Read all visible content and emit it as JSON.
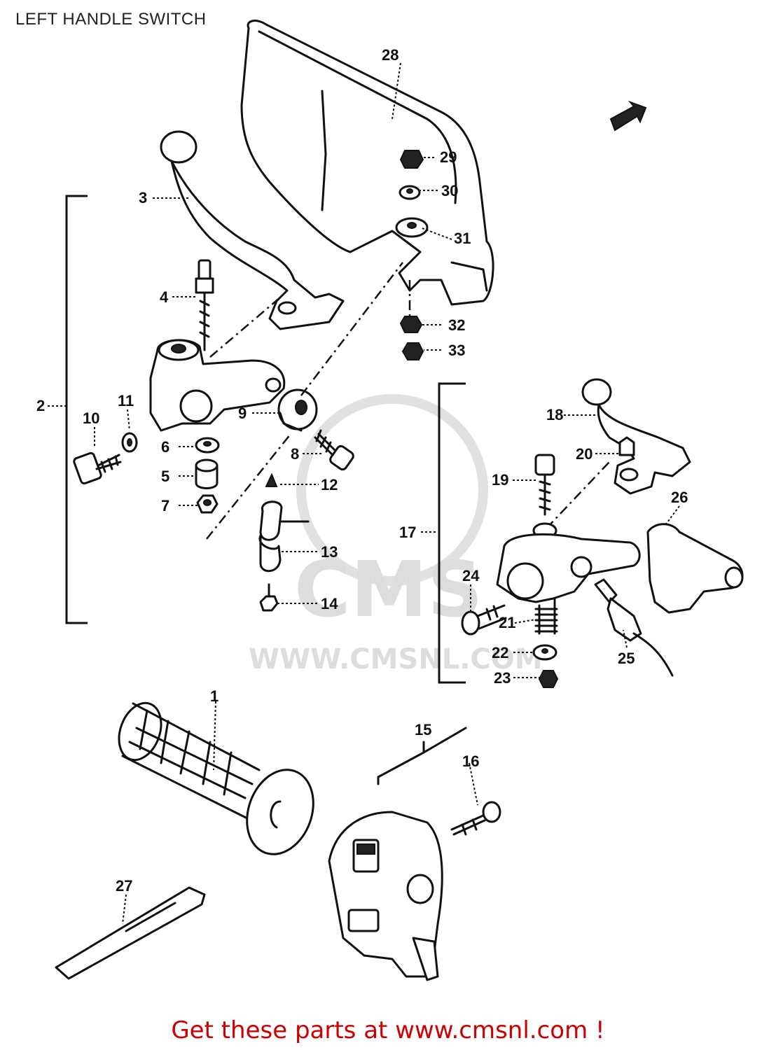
{
  "title": "LEFT HANDLE SWITCH",
  "footer": {
    "text": "Get these parts at www.cmsnl.com !",
    "color": "#cc0000"
  },
  "watermark": {
    "logo": "CMS",
    "url": "WWW.CMSNL.COM"
  },
  "callouts": {
    "c1": "1",
    "c2": "2",
    "c3": "3",
    "c4": "4",
    "c5": "5",
    "c6": "6",
    "c7": "7",
    "c8": "8",
    "c9": "9",
    "c10": "10",
    "c11": "11",
    "c12": "12",
    "c13": "13",
    "c14": "14",
    "c15": "15",
    "c16": "16",
    "c17": "17",
    "c18": "18",
    "c19": "19",
    "c20": "20",
    "c21": "21",
    "c22": "22",
    "c23": "23",
    "c24": "24",
    "c25": "25",
    "c26": "26",
    "c27": "27",
    "c28": "28",
    "c29": "29",
    "c30": "30",
    "c31": "31",
    "c32": "32",
    "c33": "33"
  }
}
